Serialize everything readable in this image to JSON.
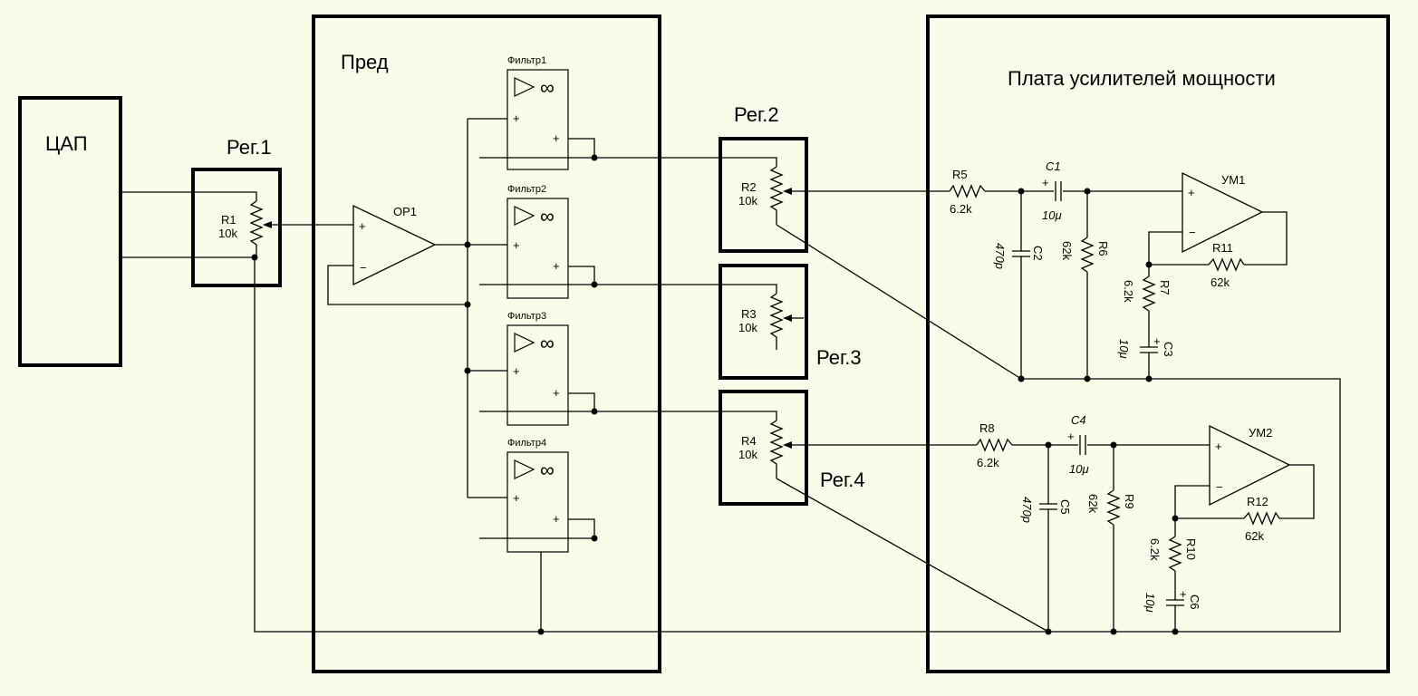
{
  "blocks": {
    "dac": "ЦАП",
    "preamp": "Пред",
    "amp_board": "Плата усилителей мощности",
    "reg1": "Рег.1",
    "reg2": "Рег.2",
    "reg3": "Рег.3",
    "reg4": "Рег.4"
  },
  "preamp": {
    "opamp": "OP1",
    "filters": [
      "Фильтр1",
      "Фильтр2",
      "Фильтр3",
      "Фильтр4"
    ]
  },
  "potentiometers": [
    {
      "ref": "R1",
      "value": "10k"
    },
    {
      "ref": "R2",
      "value": "10k"
    },
    {
      "ref": "R3",
      "value": "10k"
    },
    {
      "ref": "R4",
      "value": "10k"
    }
  ],
  "amp1": {
    "name": "УМ1",
    "r_in": {
      "ref": "R5",
      "value": "6.2k"
    },
    "c_in": {
      "ref": "C1",
      "value": "10μ"
    },
    "c_shunt": {
      "ref": "C2",
      "value": "470p"
    },
    "r_shunt": {
      "ref": "R6",
      "value": "62k"
    },
    "r_gnd": {
      "ref": "R7",
      "value": "6.2k"
    },
    "c_gnd": {
      "ref": "C3",
      "value": "10μ"
    },
    "r_fb": {
      "ref": "R11",
      "value": "62k"
    }
  },
  "amp2": {
    "name": "УМ2",
    "r_in": {
      "ref": "R8",
      "value": "6.2k"
    },
    "c_in": {
      "ref": "C4",
      "value": "10μ"
    },
    "c_shunt": {
      "ref": "C5",
      "value": "470p"
    },
    "r_shunt": {
      "ref": "R9",
      "value": "62k"
    },
    "r_gnd": {
      "ref": "R10",
      "value": "6.2k"
    },
    "c_gnd": {
      "ref": "C6",
      "value": "10μ"
    },
    "r_fb": {
      "ref": "R12",
      "value": "62k"
    }
  },
  "symbols": {
    "plus": "+",
    "minus": "−",
    "infinity": "∞"
  },
  "colors": {
    "background": "#FBFBE9",
    "ink": "#000000"
  }
}
